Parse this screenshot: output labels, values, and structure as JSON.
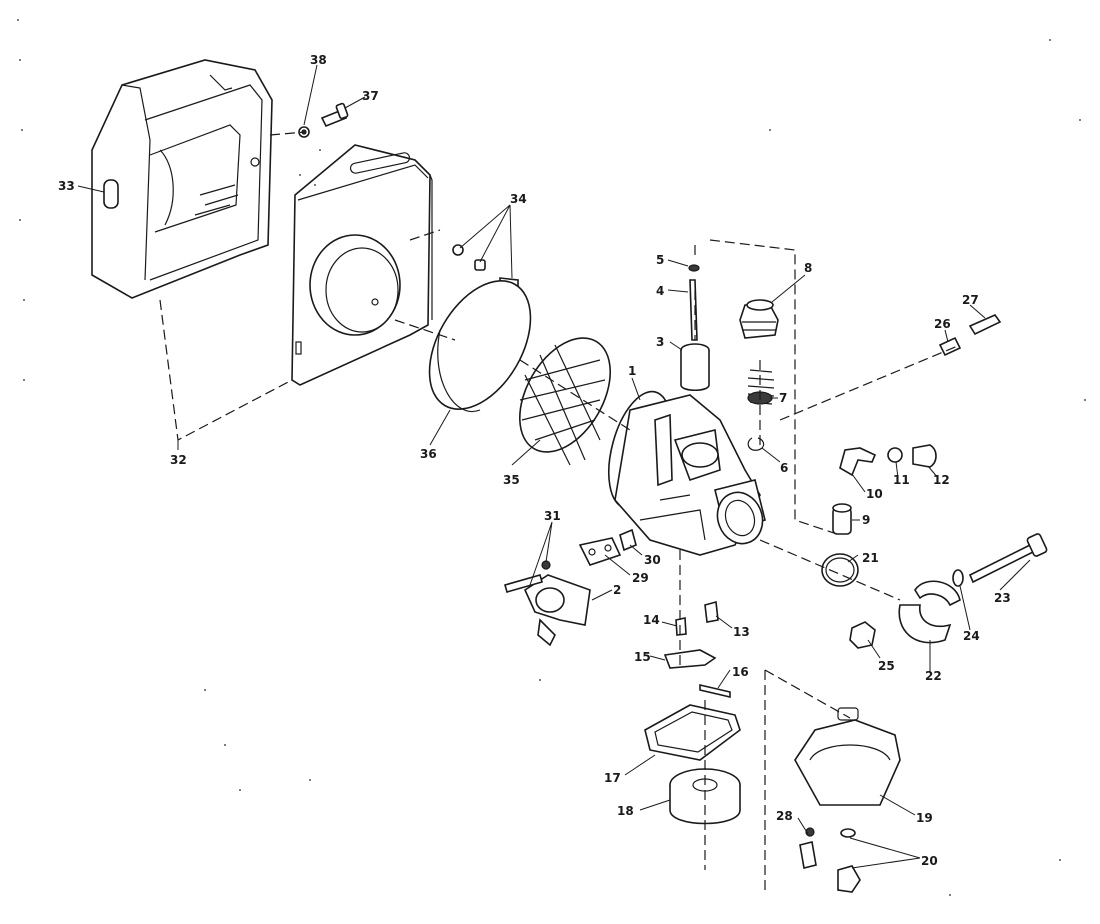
{
  "callouts": [
    {
      "id": "38-washer",
      "label": "38"
    },
    {
      "id": "37",
      "label": "37"
    },
    {
      "id": "33",
      "label": "33"
    },
    {
      "id": "34",
      "label": "34"
    },
    {
      "id": "32",
      "label": "32"
    },
    {
      "id": "36",
      "label": "36"
    },
    {
      "id": "35",
      "label": "35"
    },
    {
      "id": "1",
      "label": "1"
    },
    {
      "id": "2",
      "label": "2"
    },
    {
      "id": "3",
      "label": "3"
    },
    {
      "id": "4",
      "label": "4"
    },
    {
      "id": "5",
      "label": "5"
    },
    {
      "id": "6",
      "label": "6"
    },
    {
      "id": "7",
      "label": "7"
    },
    {
      "id": "8",
      "label": "8"
    },
    {
      "id": "9",
      "label": "9"
    },
    {
      "id": "10",
      "label": "10"
    },
    {
      "id": "11",
      "label": "11"
    },
    {
      "id": "12",
      "label": "12"
    },
    {
      "id": "13",
      "label": "13"
    },
    {
      "id": "14",
      "label": "14"
    },
    {
      "id": "15",
      "label": "15"
    },
    {
      "id": "16",
      "label": "16"
    },
    {
      "id": "17",
      "label": "17"
    },
    {
      "id": "18",
      "label": "18"
    },
    {
      "id": "19",
      "label": "19"
    },
    {
      "id": "20",
      "label": "20"
    },
    {
      "id": "21",
      "label": "21"
    },
    {
      "id": "22",
      "label": "22"
    },
    {
      "id": "23",
      "label": "23"
    },
    {
      "id": "24",
      "label": "24"
    },
    {
      "id": "25",
      "label": "25"
    },
    {
      "id": "26",
      "label": "26"
    },
    {
      "id": "27",
      "label": "27"
    },
    {
      "id": "28",
      "label": "28"
    },
    {
      "id": "29",
      "label": "29"
    },
    {
      "id": "30",
      "label": "30"
    },
    {
      "id": "31",
      "label": "31"
    }
  ]
}
